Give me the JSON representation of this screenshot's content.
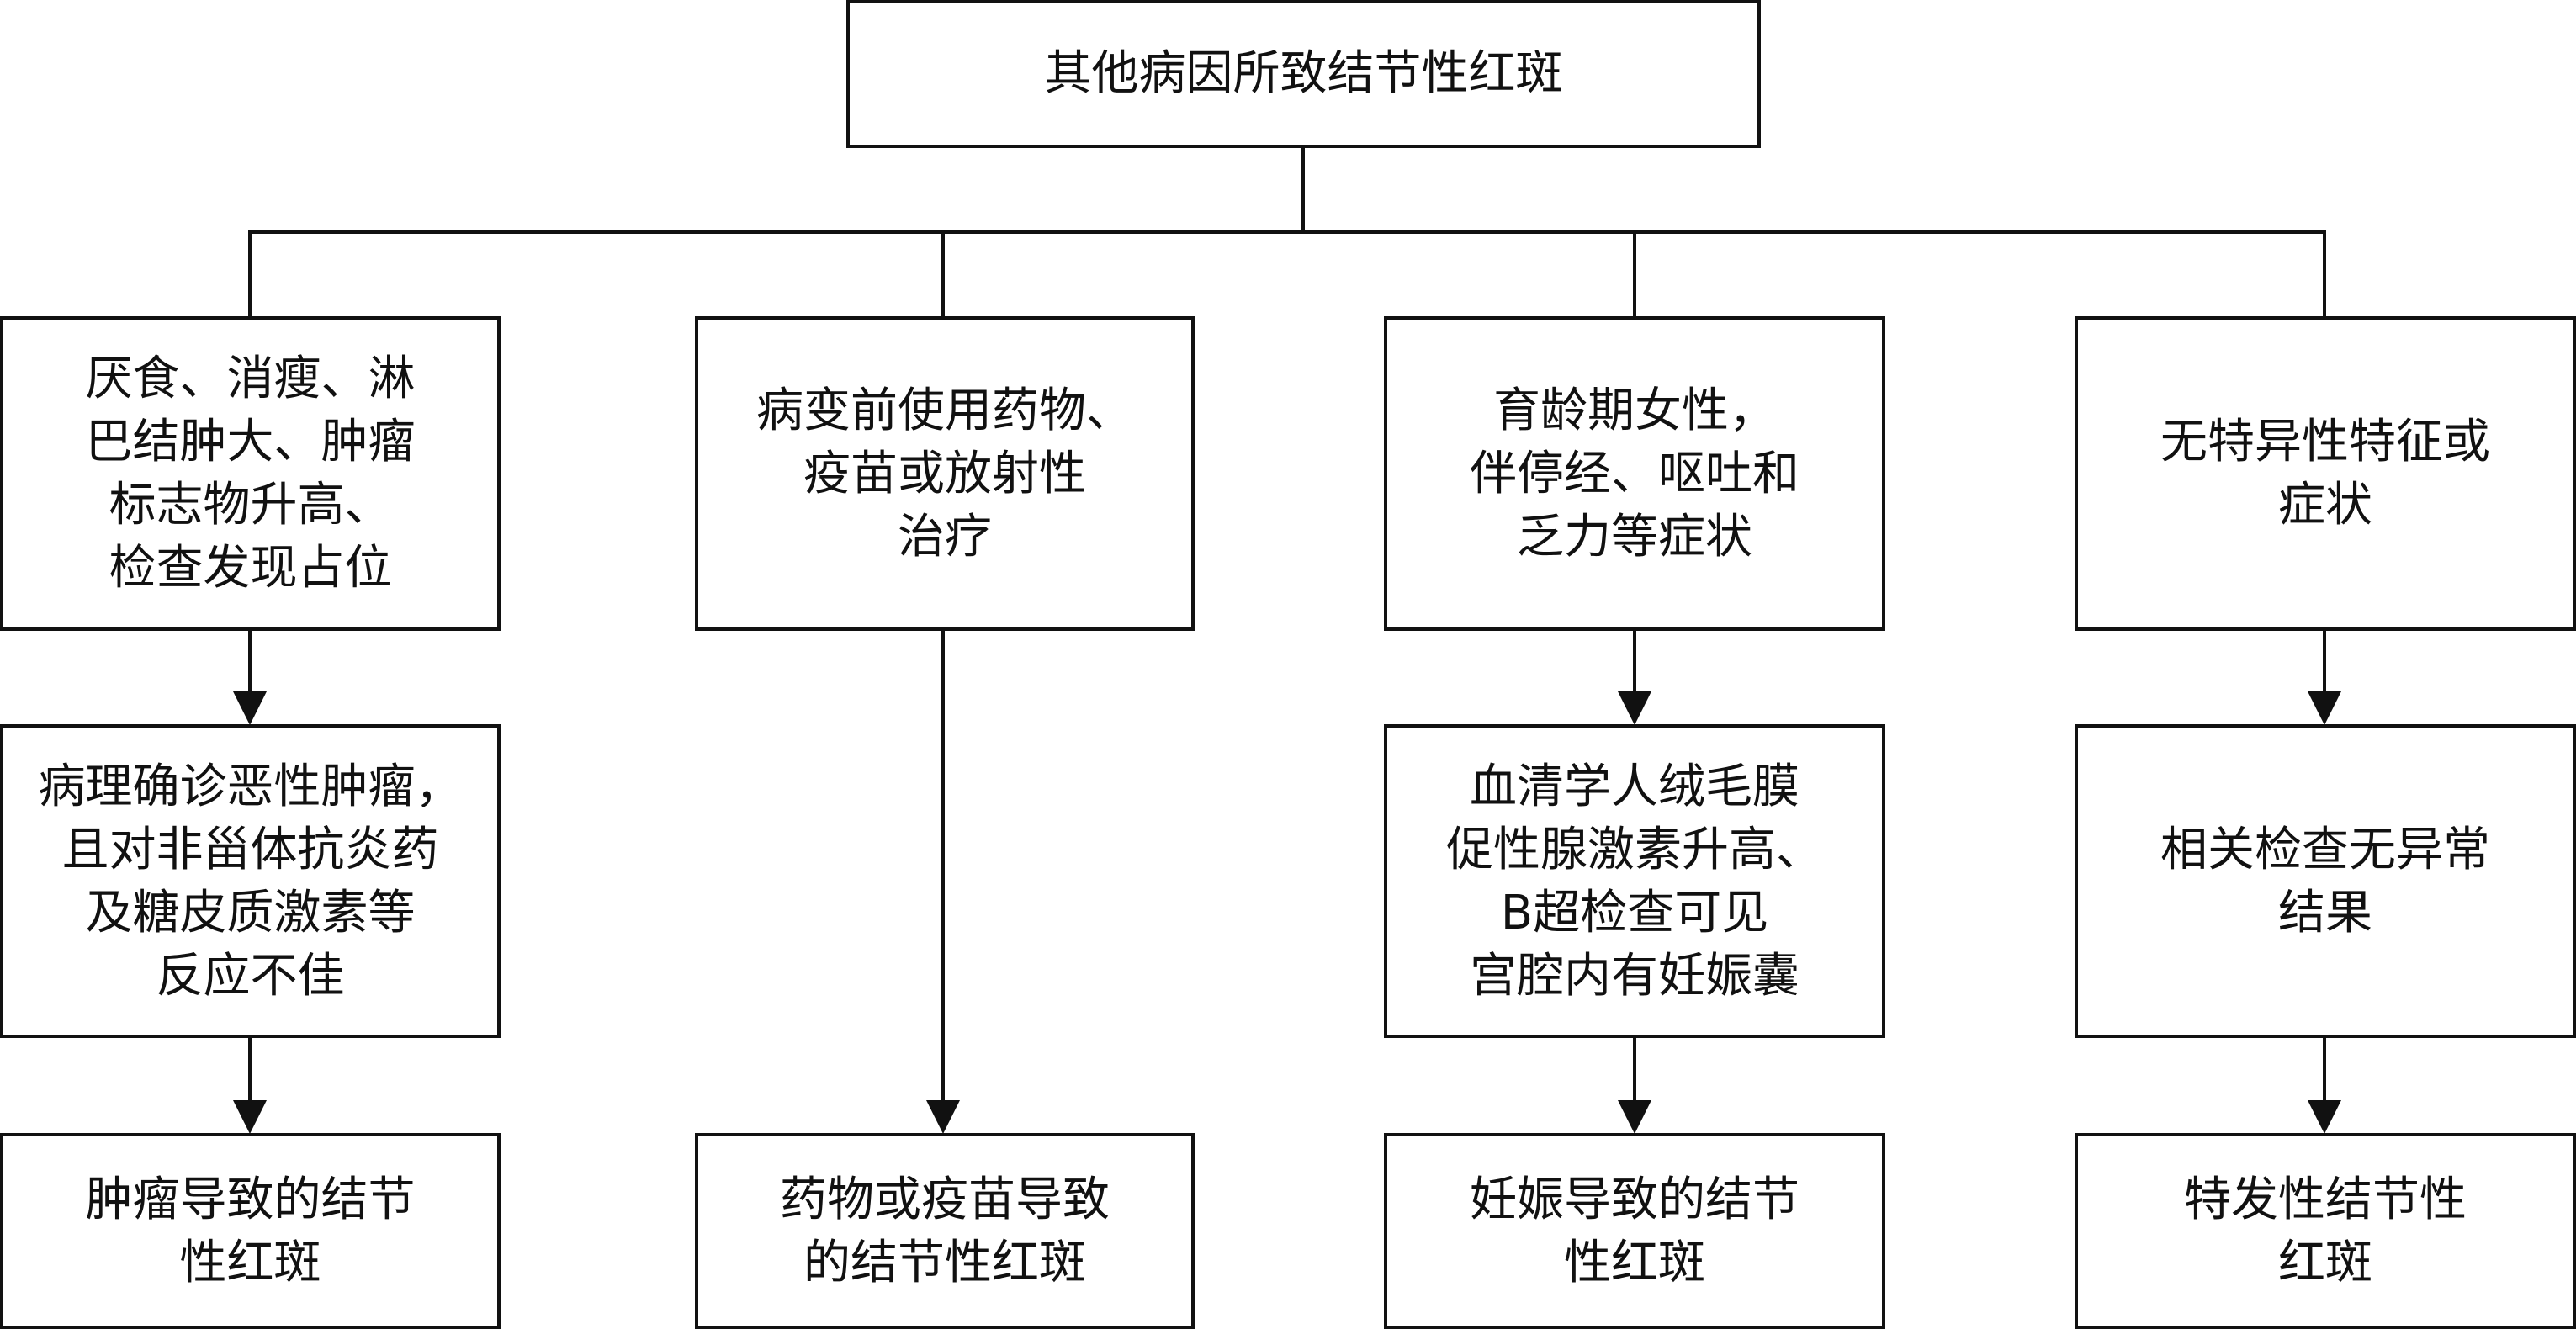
{
  "root": "其他病因所致结节性红斑",
  "branches": [
    {
      "level1": "厌食、消瘦、淋\n巴结肿大、肿瘤\n标志物升高、\n检查发现占位",
      "level2": "病理确诊恶性肿瘤，\n且对非甾体抗炎药\n及糖皮质激素等\n反应不佳",
      "result": "肿瘤导致的结节\n性红斑"
    },
    {
      "level1": "病变前使用药物、\n疫苗或放射性\n治疗",
      "level2": null,
      "result": "药物或疫苗导致\n的结节性红斑"
    },
    {
      "level1": "育龄期女性，\n伴停经、呕吐和\n乏力等症状",
      "level2": "血清学人绒毛膜\n促性腺激素升高、\nB超检查可见\n宫腔内有妊娠囊",
      "result": "妊娠导致的结节\n性红斑"
    },
    {
      "level1": "无特异性特征或\n症状",
      "level2": "相关检查无异常\n结果",
      "result": "特发性结节性\n红斑"
    }
  ]
}
